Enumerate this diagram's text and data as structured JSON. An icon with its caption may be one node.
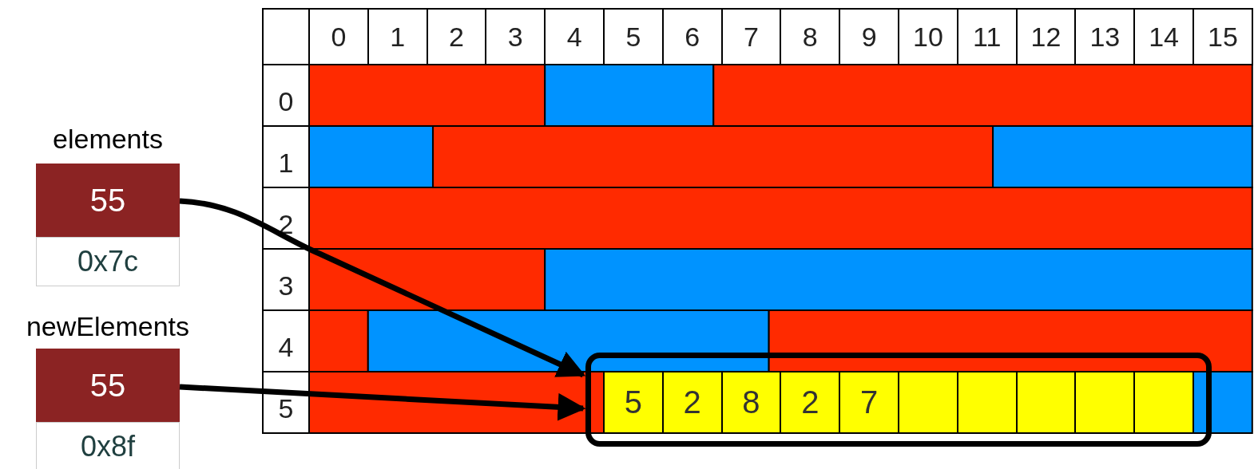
{
  "diagram": {
    "nodes": [
      {
        "text": [
          "55",
          "0x7c"
        ],
        "beside": [
          "elements"
        ]
      },
      {
        "text": [
          "55",
          "0x8f"
        ],
        "beside": [
          "newElements"
        ]
      },
      {
        "text": [],
        "shape": "box"
      },
      {
        "text": [
          "5"
        ],
        "in": 2
      },
      {
        "text": [
          "2"
        ],
        "in": 2
      },
      {
        "text": [
          "8"
        ],
        "in": 2
      },
      {
        "text": [
          "2"
        ],
        "in": 2
      },
      {
        "text": [
          "7"
        ],
        "in": 2
      },
      {
        "text": [],
        "shape": "box",
        "in": 2
      },
      {
        "text": [],
        "shape": "box",
        "in": 2
      },
      {
        "text": [],
        "shape": "box",
        "in": 2
      },
      {
        "text": [],
        "shape": "box",
        "in": 2
      },
      {
        "text": [],
        "shape": "box",
        "in": 2
      }
    ],
    "edges": [
      {
        "from": 0,
        "to": 2,
        "arrow": "to"
      },
      {
        "from": 1,
        "to": 2,
        "arrow": "to"
      }
    ],
    "labels": [
      "0",
      "1",
      "2",
      "3",
      "4",
      "5",
      "6",
      "7",
      "8",
      "9",
      "10",
      "11",
      "12",
      "13",
      "14",
      "15",
      "0",
      "1",
      "2",
      "3",
      "4",
      "5"
    ]
  }
}
